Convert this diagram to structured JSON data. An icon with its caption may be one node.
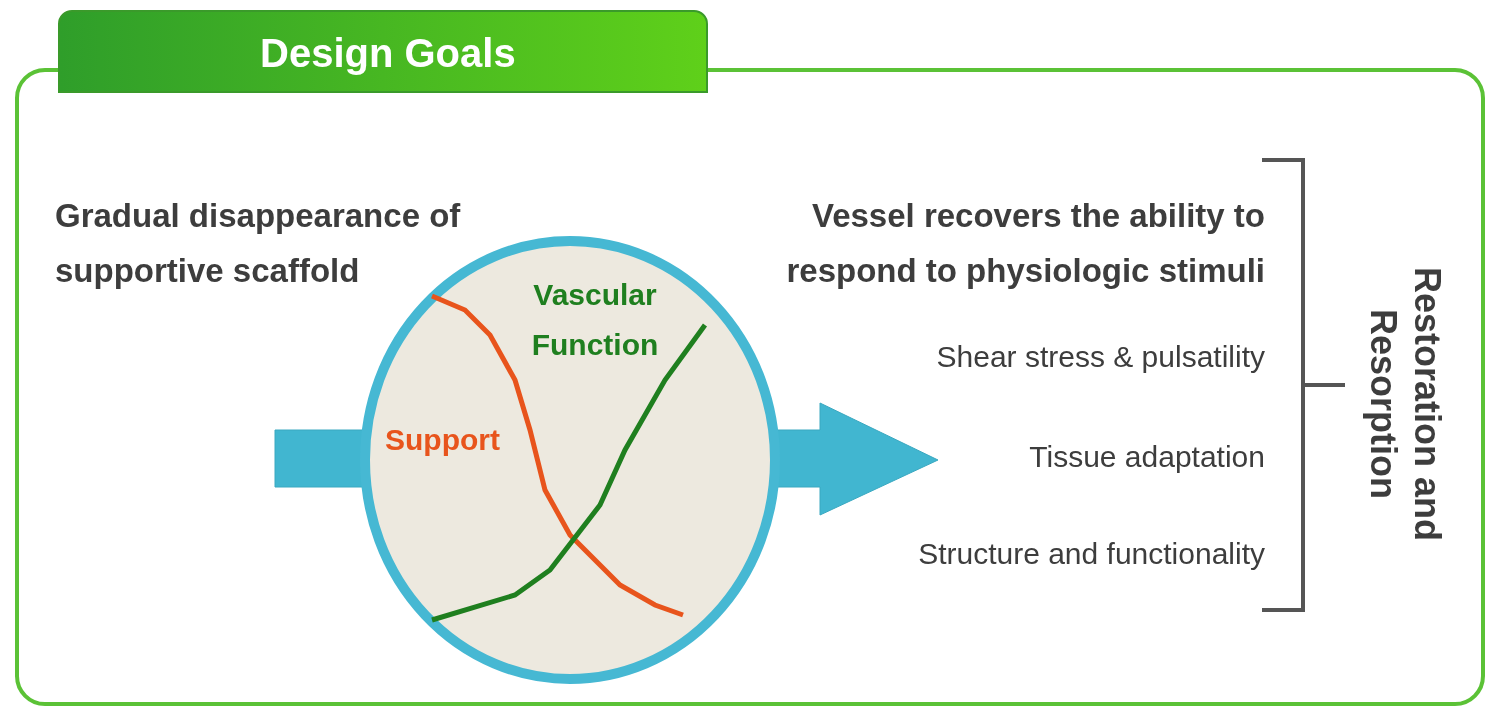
{
  "diagram": {
    "title": "Design Goals",
    "labels": [
      "Gradual disappearance of supportive scaffold",
      "Vascular Function",
      "Support",
      "Vessel recovers the ability to respond to physiologic stimuli",
      "Shear stress & pulsatility",
      "Tissue adaptation",
      "Structure and functionality",
      "Restoration and Resorption"
    ]
  }
}
